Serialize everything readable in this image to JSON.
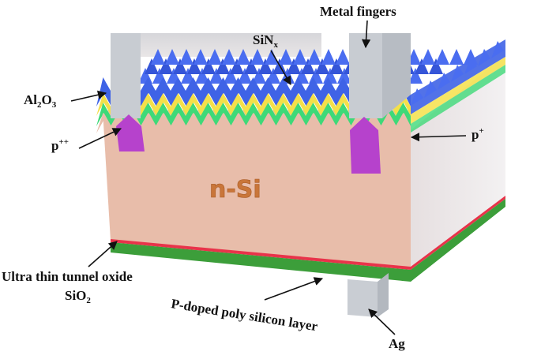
{
  "labels": {
    "metal_fingers": "Metal fingers",
    "sinx_main": "SiN",
    "sinx_sub": "x",
    "al2o3_a": "Al",
    "al2o3_sub1": "2",
    "al2o3_b": "O",
    "al2o3_sub2": "3",
    "ppp_main": "p",
    "ppp_sup": "++",
    "pp_main": "p",
    "pp_sup": "+",
    "nsi": "n-Si",
    "oxide_line1": "Ultra thin tunnel oxide",
    "oxide_line2_a": "SiO",
    "oxide_line2_sub": "2",
    "poly": "P-doped poly silicon layer",
    "ag": "Ag"
  },
  "colors": {
    "nsi_front": "#e8bdaa",
    "nsi_side": "#ede9ea",
    "sinx": "#3f63e6",
    "sinx_dark": "#2a44b8",
    "al2o3": "#f4e04a",
    "p_plus": "#3ed978",
    "p_plus_plus": "#b642cc",
    "metal": "#c8ccd2",
    "tunnel_oxide": "#e8334a",
    "poly_si": "#3c9e3a",
    "ag": "#c9cdd3"
  }
}
